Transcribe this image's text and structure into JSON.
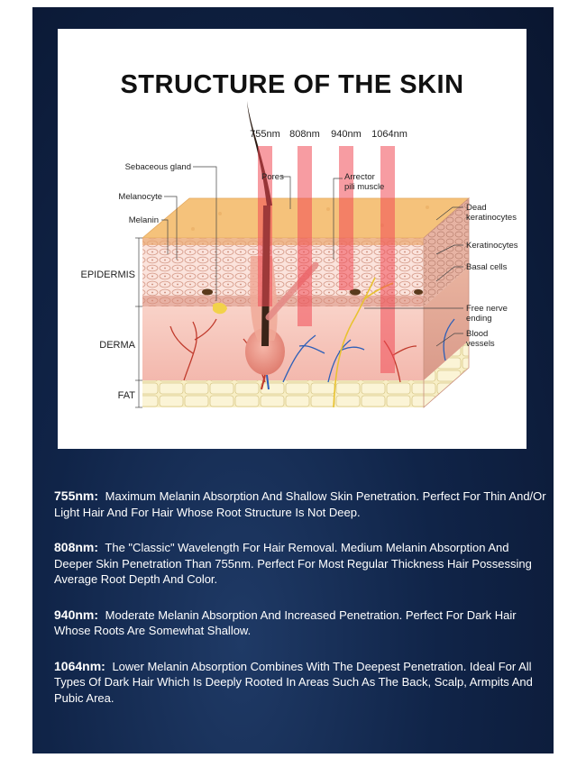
{
  "title": "STRUCTURE OF THE SKIN",
  "wavelengths": [
    "755nm",
    "808nm",
    "940nm",
    "1064nm"
  ],
  "labels": {
    "sebaceous_gland": "Sebaceous gland",
    "melanocyte": "Melanocyte",
    "melanin": "Melanin",
    "pores": "Pores",
    "arrector_1": "Arrector",
    "arrector_2": "pili muscle",
    "dead_1": "Dead",
    "dead_2": "keratinocytes",
    "keratinocytes": "Keratinocytes",
    "basal_cells": "Basal cells",
    "nerve_1": "Free nerve",
    "nerve_2": "ending",
    "blood_1": "Blood",
    "blood_2": "vessels",
    "epidermis": "EPIDERMIS",
    "derma": "DERMA",
    "fat": "FAT"
  },
  "descriptions": [
    {
      "key": "755nm",
      "sep": ":",
      "text": "Maximum Melanin Absorption And Shallow Skin Penetration. Perfect For Thin And/Or Light Hair And For Hair Whose Root Structure Is Not Deep."
    },
    {
      "key": "808nm",
      "sep": ":",
      "text": "The \"Classic\" Wavelength For Hair Removal. Medium Melanin Absorption And Deeper Skin Penetration Than 755nm. Perfect For Most Regular Thickness Hair Possessing Average Root Depth And Color."
    },
    {
      "key": "940nm",
      "sep": ":",
      "text": "Moderate Melanin Absorption And Increased Penetration. Perfect For Dark Hair Whose Roots Are Somewhat Shallow."
    },
    {
      "key": "1064nm",
      "sep": ":",
      "text": "Lower Melanin Absorption Combines With The Deepest Penetration. Ideal For All Types Of Dark Hair Which Is Deeply Rooted In Areas Such As The Back, Scalp, Armpits And Pubic Area."
    }
  ],
  "colors": {
    "background": "#102448",
    "beam": "#f0505a",
    "surface": "#f4c27a",
    "derma": "#f7c7bf",
    "fat": "#f6ecc0"
  }
}
